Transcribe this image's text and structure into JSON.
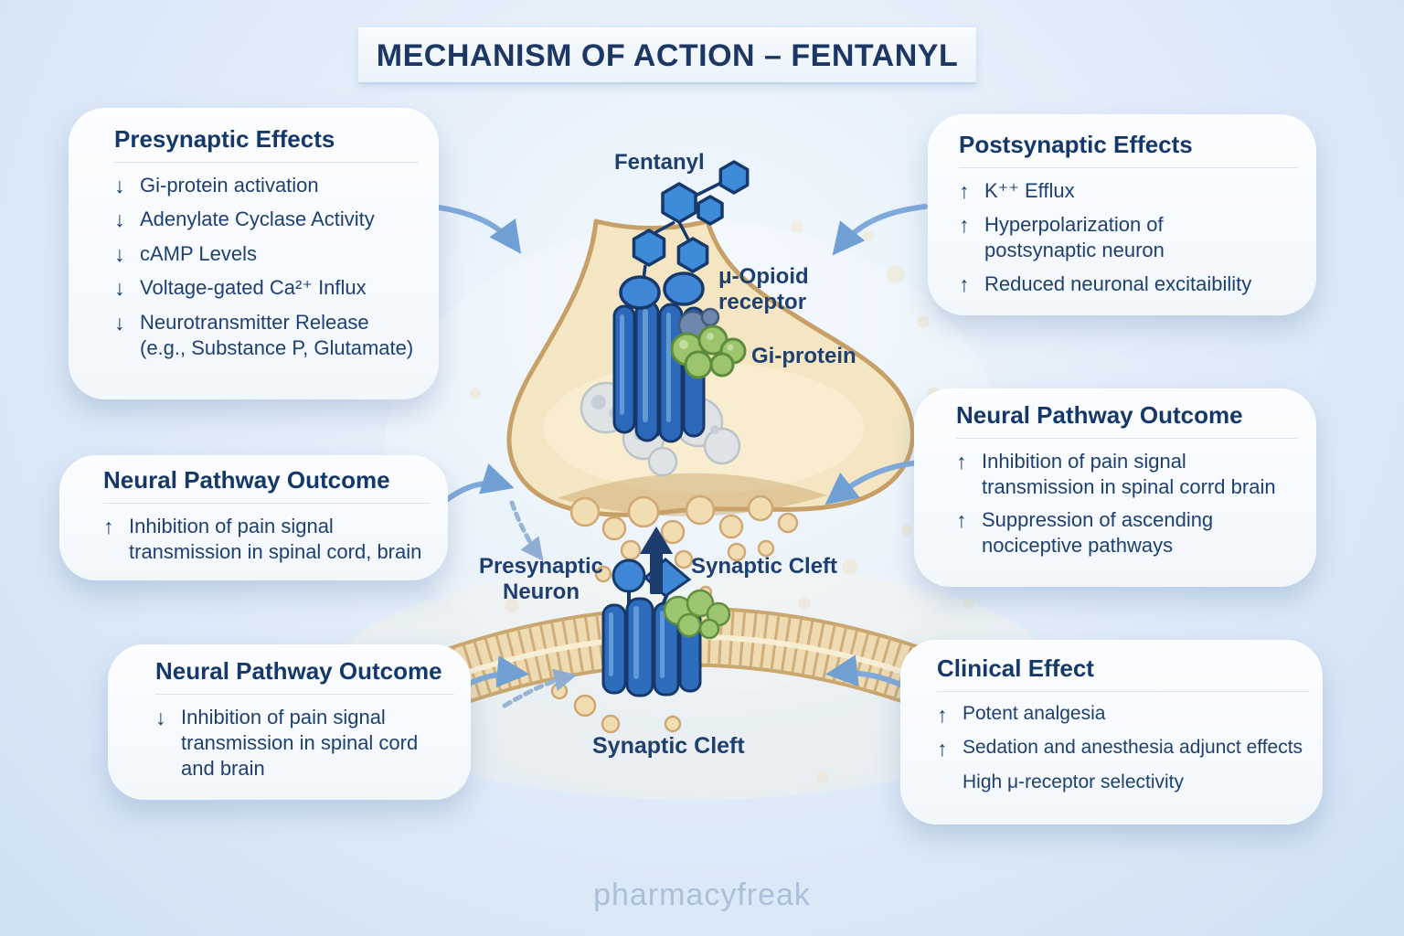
{
  "title": "MECHANISM OF ACTION – FENTANYL",
  "watermark": "pharmacyfreak",
  "colors": {
    "navy_text": "#1c3a6b",
    "background_blue": "#dce9f7",
    "bubble_bg": "#f7fafd",
    "connector_arrow_blue": "#7fa9da",
    "molecule_blue": "#3d8bd9",
    "receptor_blue": "#2e6cbc",
    "gprotein_green": "#9cc56e",
    "membrane_tan": "#eed9ae",
    "terminal_cream": "#f4e6c2",
    "watermark_gray_blue": "#aabfd9"
  },
  "boxes": {
    "presynaptic": {
      "title": "Presynaptic Effects",
      "items": [
        {
          "arrow": "↓",
          "text": "Gi-protein activation"
        },
        {
          "arrow": "↓",
          "text": "Adenylate Cyclase Activity"
        },
        {
          "arrow": "↓",
          "text": "cAMP Levels"
        },
        {
          "arrow": "↓",
          "text": "Voltage-gated Ca²⁺ Influx"
        },
        {
          "arrow": "↓",
          "text": "Neurotransmitter Release\n(e.g., Substance P, Glutamate)"
        }
      ]
    },
    "postsynaptic": {
      "title": "Postsynaptic Effects",
      "items": [
        {
          "arrow": "↑",
          "text": "K⁺⁺ Efflux"
        },
        {
          "arrow": "↑",
          "text": "Hyperpolarization of\npostsynaptic neuron"
        },
        {
          "arrow": "↑",
          "text": "Reduced neuronal excitaibility"
        }
      ]
    },
    "neural_pathway_left": {
      "title": "Neural Pathway Outcome",
      "items": [
        {
          "arrow": "↑",
          "text": "Inhibition of pain signal\ntransmission in spinal cord, brain"
        }
      ]
    },
    "neural_pathway_right": {
      "title": "Neural Pathway Outcome",
      "items": [
        {
          "arrow": "↑",
          "text": "Inhibition of pain signal\ntransmission in spinal corrd brain"
        },
        {
          "arrow": "↑",
          "text": "Suppression of ascending\nnociceptive pathways"
        }
      ]
    },
    "neural_pathway_bottom_left": {
      "title": "Neural Pathway Outcome",
      "items": [
        {
          "arrow": "↓",
          "text": "Inhibition of pain signal\ntransmission in spinal cord\nand brain"
        }
      ]
    },
    "clinical": {
      "title": "Clinical Effect",
      "items": [
        {
          "arrow": "↑",
          "text": "Potent analgesia"
        },
        {
          "arrow": "↑",
          "text": "Sedation and anesthesia adjunct effects"
        },
        {
          "arrow": "",
          "text": "High μ-receptor selectivity"
        }
      ]
    }
  },
  "labels": {
    "fentanyl": "Fentanyl",
    "mu_opioid": "μ-Opioid\nreceptor",
    "gi_protein": "Gi-protein",
    "presynaptic_neuron": "Presynaptic\nNeuron",
    "synaptic_cleft_upper": "Synaptic Cleft",
    "synaptic_cleft_lower": "Synaptic Cleft"
  }
}
